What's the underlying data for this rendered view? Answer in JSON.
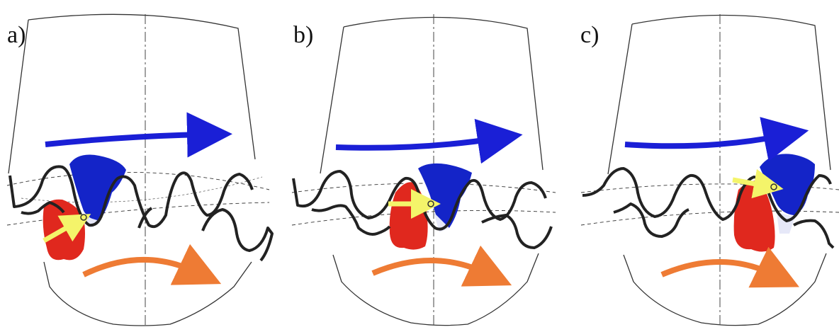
{
  "panels": [
    {
      "label": "a)"
    },
    {
      "label": "b)"
    },
    {
      "label": "c)"
    }
  ],
  "colors": {
    "upper_rotation_arrow": "#1a1fd6",
    "lower_rotation_arrow": "#ee7b34",
    "driving_tooth_fill": "#1424c8",
    "driven_tooth_fill": "#e0281e",
    "contact_force_arrow": "#f4f46a",
    "contact_gap_fill": "#e6e8f8",
    "gear_outline": "#222222",
    "body_outline": "#333333"
  },
  "icons": {
    "upper_arrow": "curved-arrow-right",
    "lower_arrow": "curved-arrow-right",
    "contact_arrow": "straight-arrow"
  }
}
